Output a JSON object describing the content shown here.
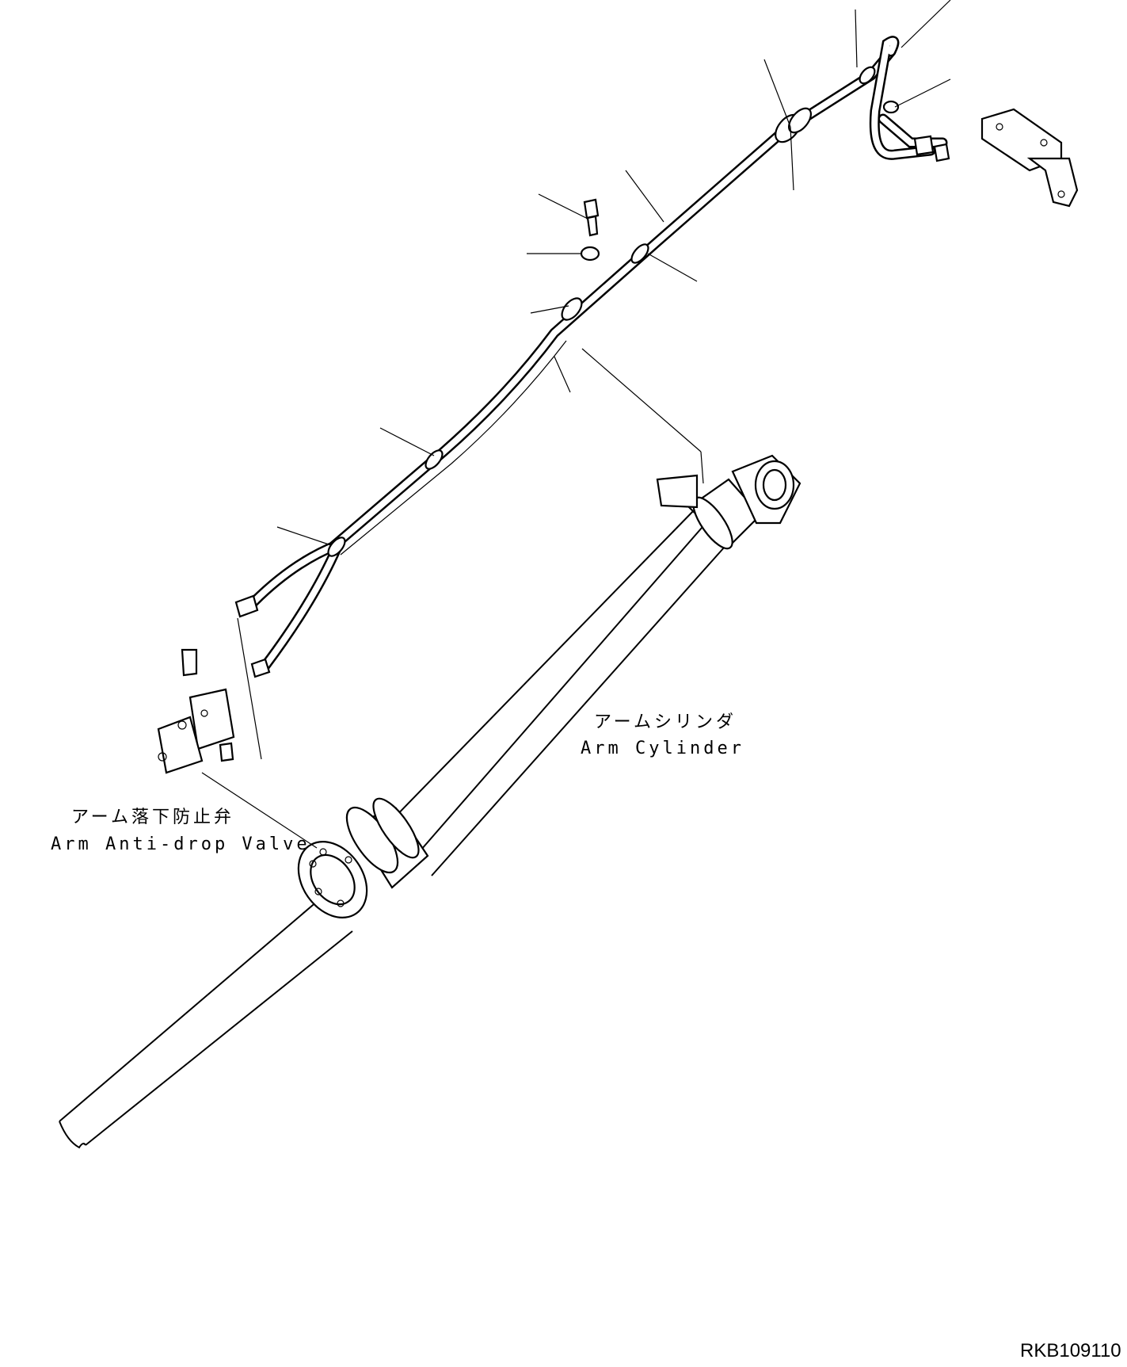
{
  "labels": {
    "arm_cylinder_jp": "アームシリンダ",
    "arm_cylinder_en": "Arm Cylinder",
    "anti_drop_valve_jp": "アーム落下防止弁",
    "anti_drop_valve_en": "Arm Anti-drop Valve"
  },
  "drawing_code": "RKB109110"
}
